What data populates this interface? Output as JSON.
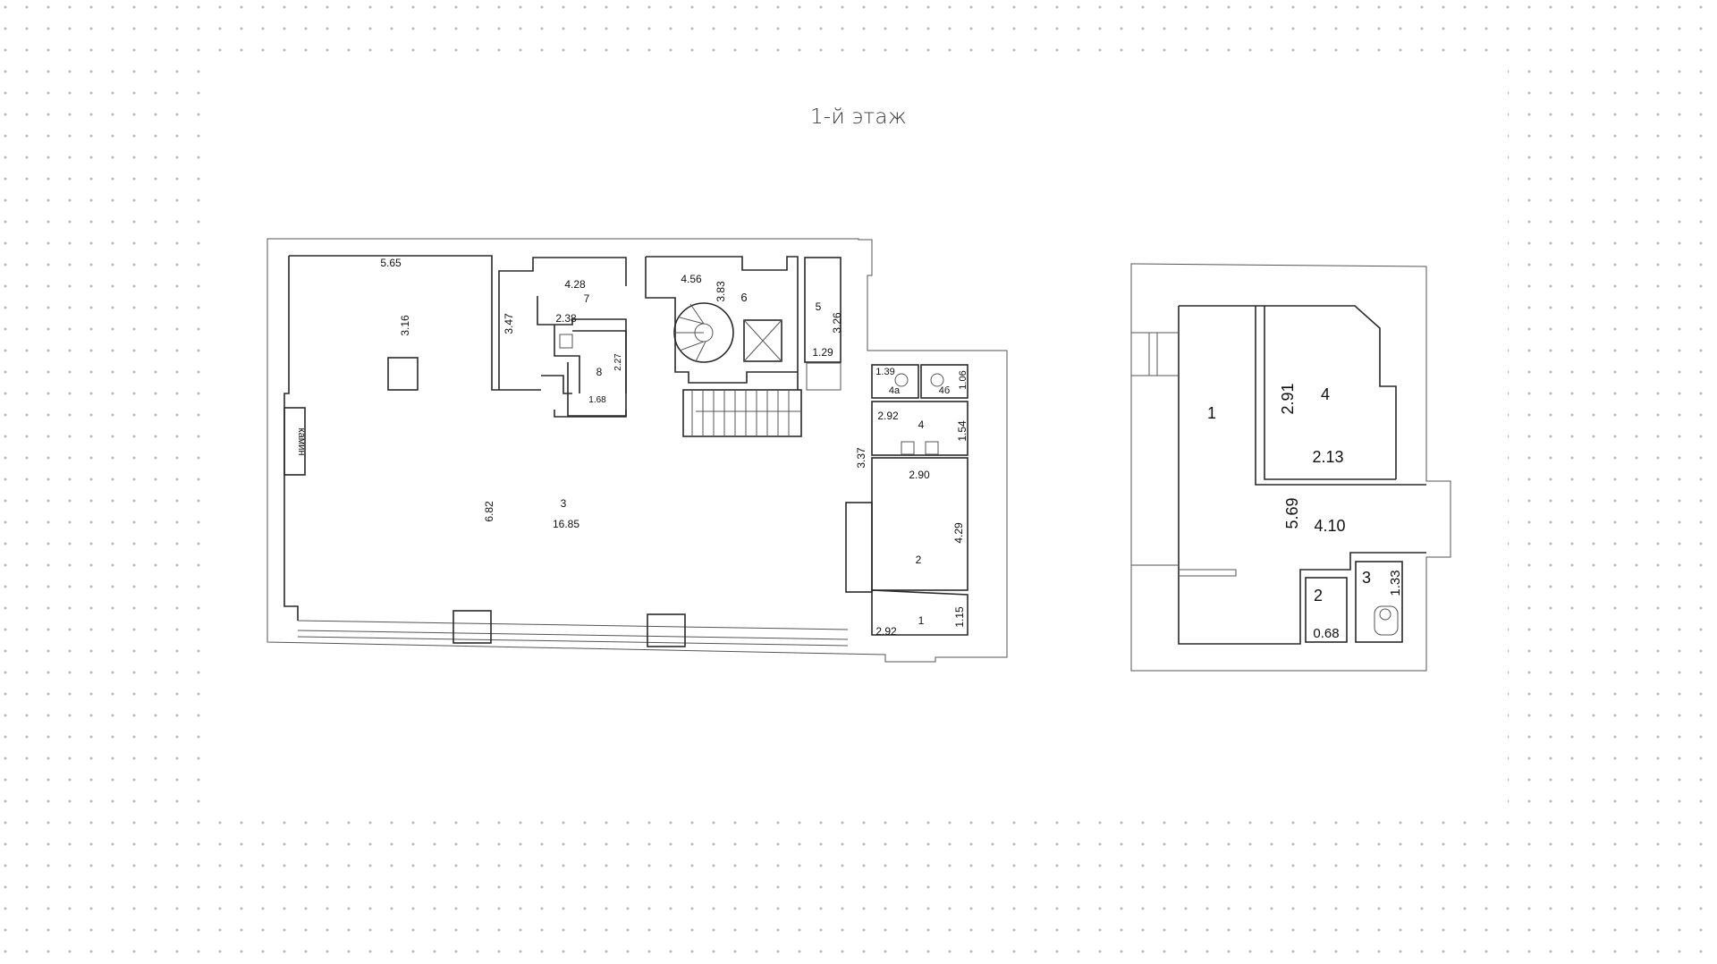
{
  "title": "1-й этаж",
  "plans": {
    "left": {
      "rooms": {
        "r1": {
          "number": "1",
          "dims": [
            "2.92",
            "1.15"
          ]
        },
        "r2": {
          "number": "2",
          "dims": [
            "2.90",
            "4.29"
          ]
        },
        "r3": {
          "number": "3",
          "area": "16.85",
          "dims": [
            "6.82",
            "5.65",
            "3.16"
          ]
        },
        "r4": {
          "number": "4",
          "dims": [
            "2.92",
            "1.54",
            "3.37"
          ]
        },
        "r4a": {
          "number": "4а",
          "dims": [
            "1.39"
          ]
        },
        "r4b": {
          "number": "4б",
          "dims": [
            "1.06"
          ]
        },
        "r5": {
          "number": "5",
          "dims": [
            "3.26",
            "1.29"
          ]
        },
        "r6": {
          "number": "6",
          "dims": [
            "4.56",
            "3.83"
          ]
        },
        "r7": {
          "number": "7",
          "dims": [
            "4.28",
            "3.47",
            "2.38"
          ]
        },
        "r8": {
          "number": "8",
          "dims": [
            "2.27",
            "1.68"
          ]
        }
      },
      "fireplace_label": "камин"
    },
    "right": {
      "rooms": {
        "r1": {
          "number": "1",
          "dims": [
            "5.69",
            "4.10"
          ]
        },
        "r2": {
          "number": "2",
          "dims": [
            "0.68"
          ]
        },
        "r3": {
          "number": "3",
          "dims": [
            "1.33"
          ]
        },
        "r4": {
          "number": "4",
          "dims": [
            "2.91",
            "2.13"
          ]
        }
      }
    }
  }
}
